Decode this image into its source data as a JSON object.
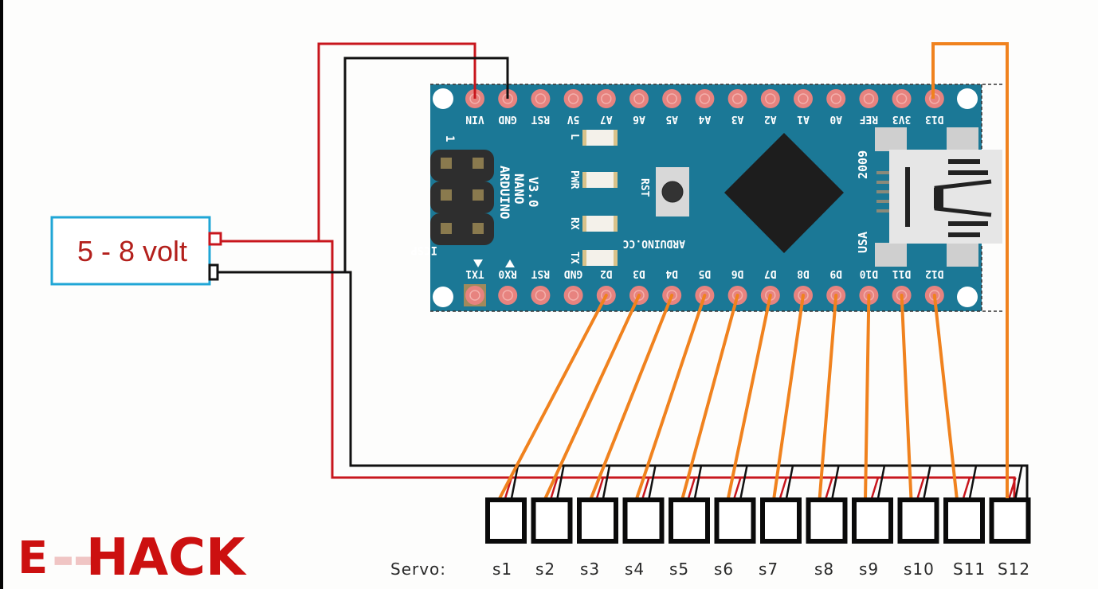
{
  "board": {
    "name_lines": [
      "ARDUINO",
      "NANO",
      "V3.0"
    ],
    "site": "ARDUINO.CC",
    "year": "2009",
    "country": "USA",
    "icsp_label": "ICSP",
    "icsp_pin1": "1",
    "reset_label": "RST",
    "leds": [
      "L",
      "PWR",
      "RX",
      "TX"
    ],
    "top_pins": [
      "VIN",
      "GND",
      "RST",
      "5V",
      "A7",
      "A6",
      "A5",
      "A4",
      "A3",
      "A2",
      "A1",
      "A0",
      "REF",
      "3V3",
      "D13"
    ],
    "bottom_pins": [
      "TX1",
      "RX0",
      "RST",
      "GND",
      "D2",
      "D3",
      "D4",
      "D5",
      "D6",
      "D7",
      "D8",
      "D9",
      "D10",
      "D11",
      "D12"
    ]
  },
  "power_supply": {
    "label": "5 - 8 volt"
  },
  "servos": {
    "prefix": "Servo:",
    "labels": [
      "s1",
      "s2",
      "s3",
      "s4",
      "s5",
      "s6",
      "s7",
      "s8",
      "s9",
      "s10",
      "S11",
      "S12"
    ],
    "signal_pins": [
      "D2",
      "D3",
      "D4",
      "D5",
      "D6",
      "D7",
      "D8",
      "D9",
      "D10",
      "D11",
      "D12",
      "D13"
    ]
  },
  "wires": {
    "power_color": "#c8161d",
    "ground_color": "#111111",
    "signal_color": "#f0821e"
  },
  "colors": {
    "board": "#1b7896",
    "pad": "#e7837f",
    "chip": "#1d1d1d"
  },
  "logo": {
    "text_left": "E",
    "text_right": "HACK"
  }
}
